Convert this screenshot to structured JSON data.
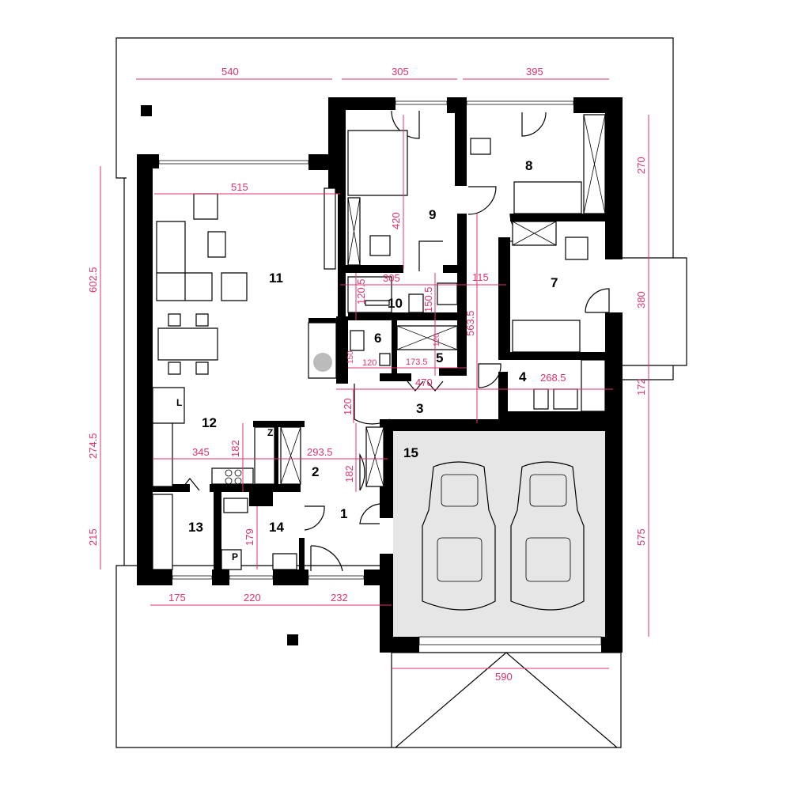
{
  "plan": {
    "rooms": [
      "1",
      "2",
      "3",
      "4",
      "5",
      "6",
      "7",
      "8",
      "9",
      "10",
      "11",
      "12",
      "13",
      "14",
      "15"
    ],
    "fixture_labels": {
      "L": "L",
      "Z": "Z",
      "P": "P"
    },
    "dimensions": {
      "top_540": "540",
      "top_305": "305",
      "top_395": "395",
      "living_515": "515",
      "left_602_5": "602.5",
      "left_274_5": "274.5",
      "left_215": "215",
      "right_270": "270",
      "right_380": "380",
      "right_172": "172",
      "right_575": "575",
      "bed9_420": "420",
      "r10_305": "305",
      "r10_120_5": "120.5",
      "r10_150_5": "150.5",
      "hall_115": "115",
      "hall_563_5": "563.5",
      "r6_150": "150",
      "r6_120": "120",
      "r5_173_5": "173.5",
      "r5_120": "120",
      "hall_470": "470",
      "r4_268_5": "268.5",
      "hall_120": "120",
      "k_345": "345",
      "k_182": "182",
      "k_293_5": "293.5",
      "e_182": "182",
      "r14_179": "179",
      "bot_175": "175",
      "bot_220": "220",
      "bot_232": "232",
      "garage_590": "590"
    },
    "colors": {
      "dimension": "#e0336b",
      "wall": "#000000",
      "garage_floor": "#e6e6e6"
    }
  }
}
